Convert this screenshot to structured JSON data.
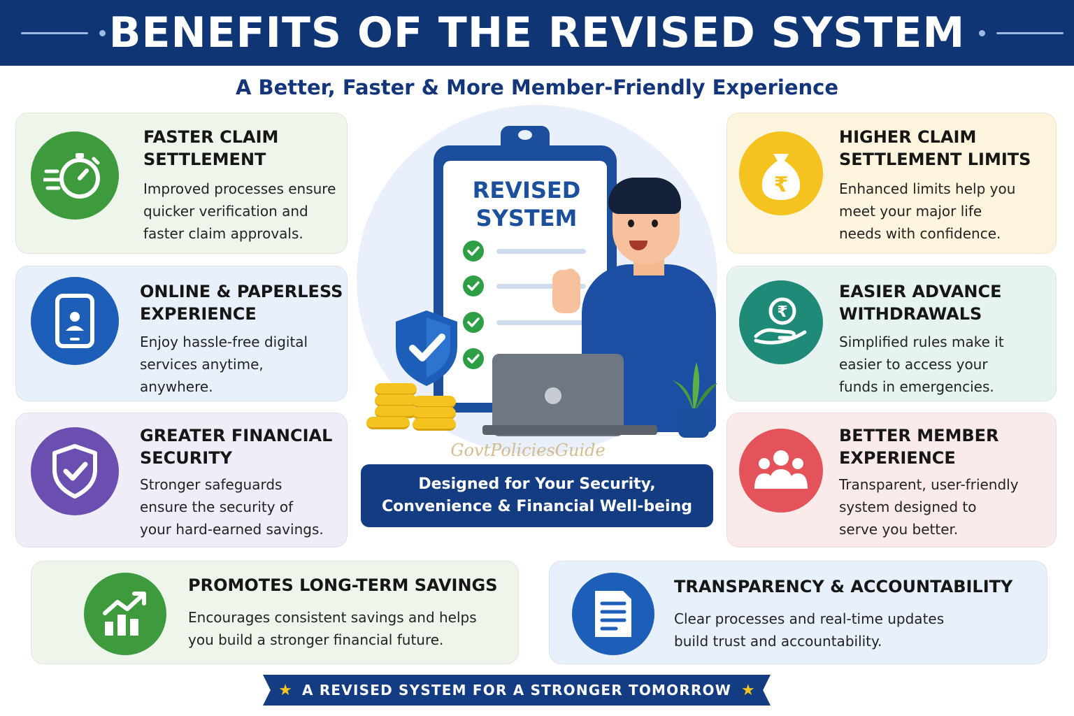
{
  "header": {
    "title": "BENEFITS OF THE REVISED SYSTEM",
    "subtitle": "A Better, Faster & More Member-Friendly Experience"
  },
  "colors": {
    "header_bg": "#0f3575",
    "green": "#3d9b3d",
    "blue": "#1d5fb8",
    "purple": "#6a4fb0",
    "yellow": "#f5c320",
    "teal": "#1f8a78",
    "red": "#e4525a"
  },
  "left_cards": [
    {
      "icon": "stopwatch-icon",
      "title_line1": "FASTER CLAIM",
      "title_line2": "SETTLEMENT",
      "desc_line1": "Improved processes ensure",
      "desc_line2": "quicker verification and",
      "desc_line3": "faster claim approvals."
    },
    {
      "icon": "mobile-profile-icon",
      "title_line1": "ONLINE & PAPERLESS",
      "title_line2": "EXPERIENCE",
      "desc_line1": "Enjoy hassle-free digital",
      "desc_line2": "services anytime,",
      "desc_line3": "anywhere."
    },
    {
      "icon": "shield-check-icon",
      "title_line1": "GREATER FINANCIAL",
      "title_line2": "SECURITY",
      "desc_line1": "Stronger safeguards",
      "desc_line2": "ensure the security of",
      "desc_line3": "your hard-earned savings."
    }
  ],
  "right_cards": [
    {
      "icon": "money-bag-rupee-icon",
      "title_line1": "HIGHER CLAIM",
      "title_line2": "SETTLEMENT LIMITS",
      "desc_line1": "Enhanced limits help you",
      "desc_line2": "meet your major life",
      "desc_line3": "needs with confidence."
    },
    {
      "icon": "hand-rupee-coin-icon",
      "title_line1": "EASIER ADVANCE",
      "title_line2": "WITHDRAWALS",
      "desc_line1": "Simplified rules make it",
      "desc_line2": "easier to access your",
      "desc_line3": "funds in emergencies."
    },
    {
      "icon": "people-group-icon",
      "title_line1": "BETTER MEMBER",
      "title_line2": "EXPERIENCE",
      "desc_line1": "Transparent, user-friendly",
      "desc_line2": "system designed to",
      "desc_line3": "serve you better."
    }
  ],
  "bottom_cards": [
    {
      "icon": "growth-chart-icon",
      "title": "PROMOTES LONG-TERM SAVINGS",
      "desc_line1": "Encourages consistent savings and helps",
      "desc_line2": "you build a stronger financial future."
    },
    {
      "icon": "document-icon",
      "title": "TRANSPARENCY & ACCOUNTABILITY",
      "desc_line1": "Clear processes and real-time updates",
      "desc_line2": "build trust and accountability."
    }
  ],
  "center": {
    "clipboard_line1": "REVISED",
    "clipboard_line2": "SYSTEM",
    "watermark": "GovtPoliciesGuide",
    "banner_line1": "Designed for Your Security,",
    "banner_line2": "Convenience & Financial Well-being"
  },
  "footer": {
    "text": "A REVISED SYSTEM FOR A STRONGER TOMORROW",
    "star": "★"
  }
}
